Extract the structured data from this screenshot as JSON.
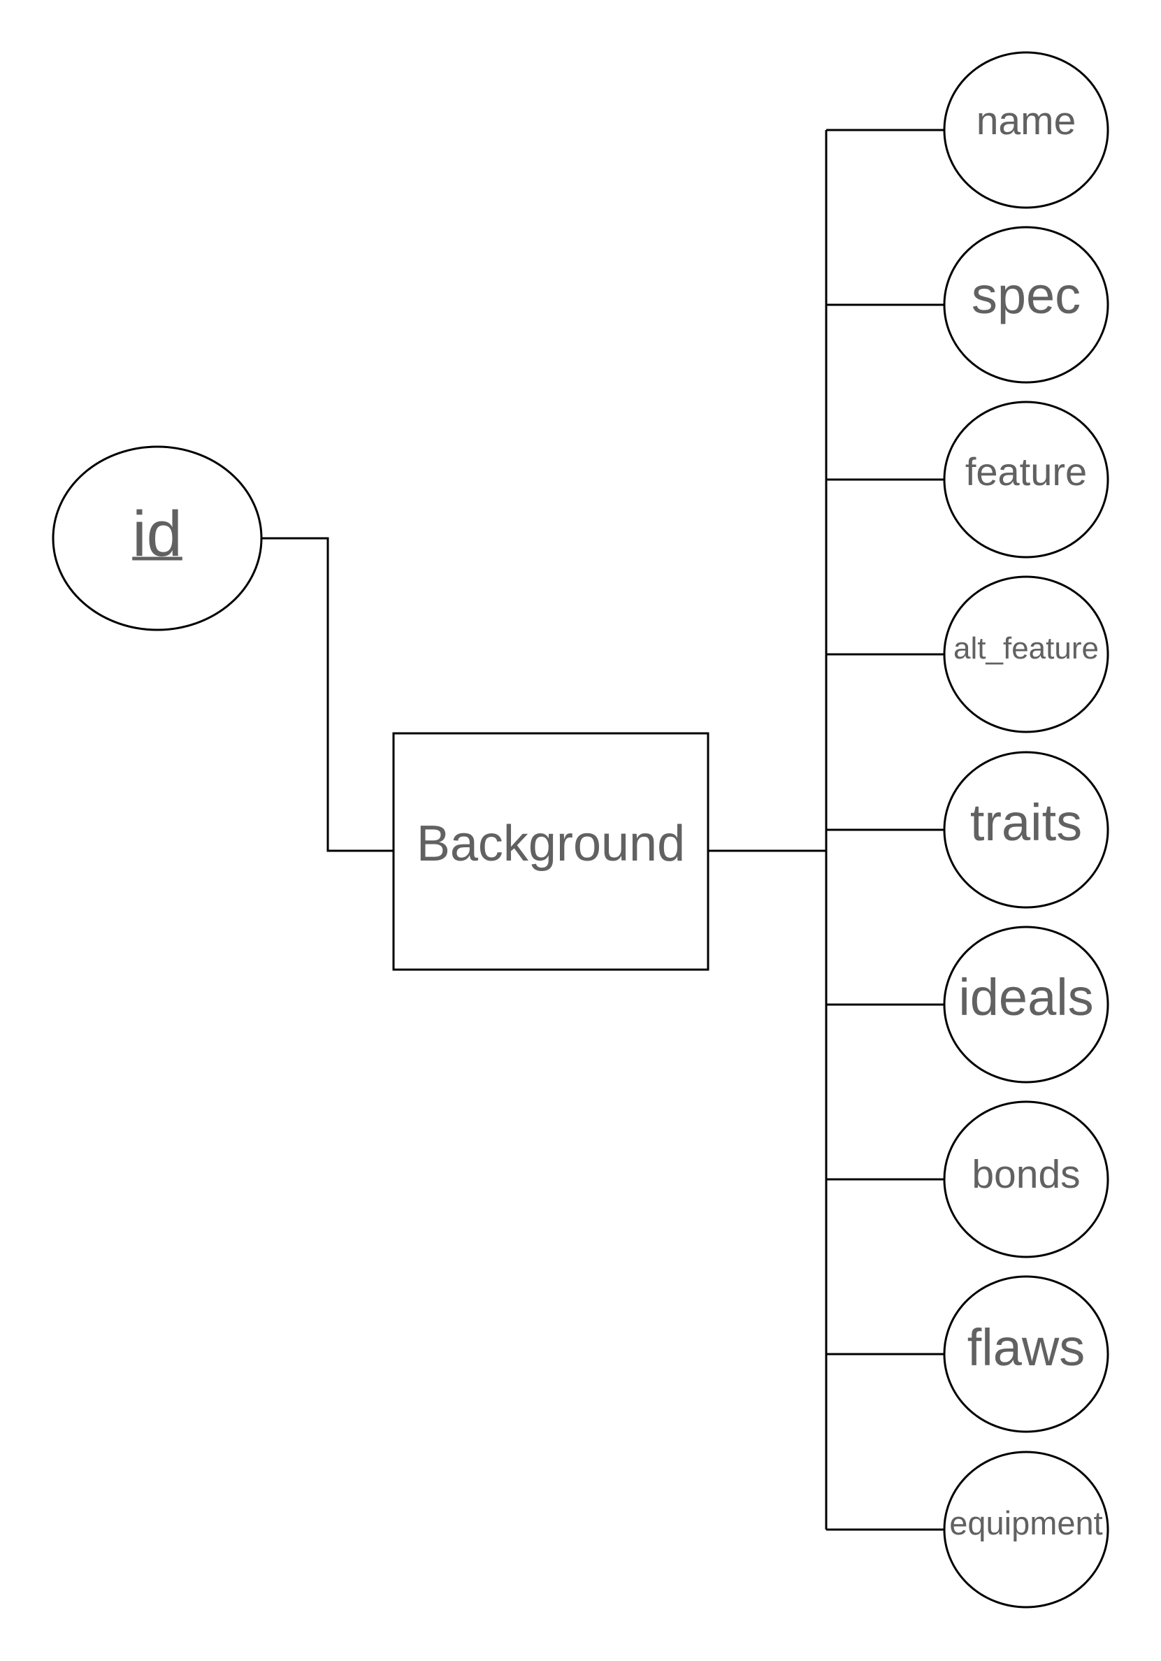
{
  "entity": {
    "label": "Background"
  },
  "key_attribute": {
    "label": "id"
  },
  "attributes": [
    {
      "label": "name"
    },
    {
      "label": "spec"
    },
    {
      "label": "feature"
    },
    {
      "label": "alt_feature"
    },
    {
      "label": "traits"
    },
    {
      "label": "ideals"
    },
    {
      "label": "bonds"
    },
    {
      "label": "flaws"
    },
    {
      "label": "equipment"
    }
  ],
  "colors": {
    "stroke": "#000000",
    "text": "#616161",
    "background": "#ffffff"
  }
}
